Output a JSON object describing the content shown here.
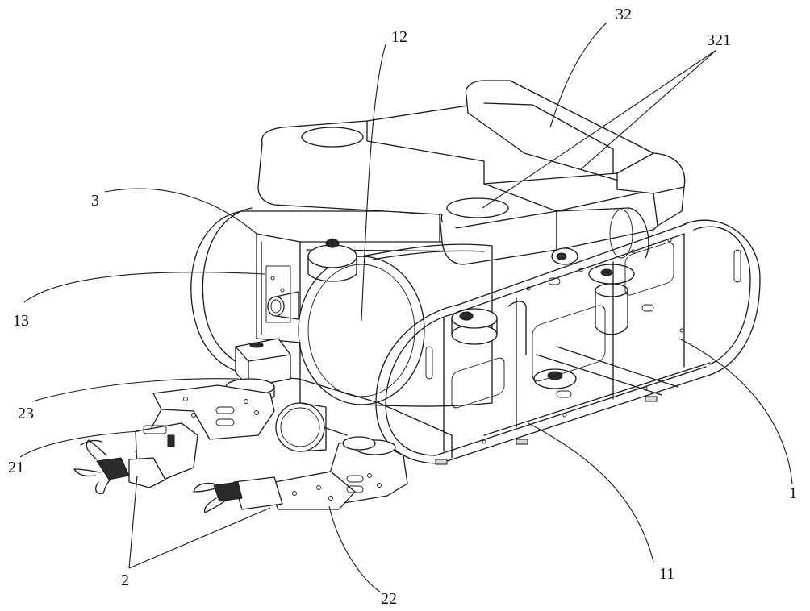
{
  "labels": {
    "l32": "32",
    "l12": "12",
    "l321": "321",
    "l3": "3",
    "l13": "13",
    "l23": "23",
    "l21": "21",
    "l2": "2",
    "l22": "22",
    "l11": "11",
    "l1": "1"
  }
}
